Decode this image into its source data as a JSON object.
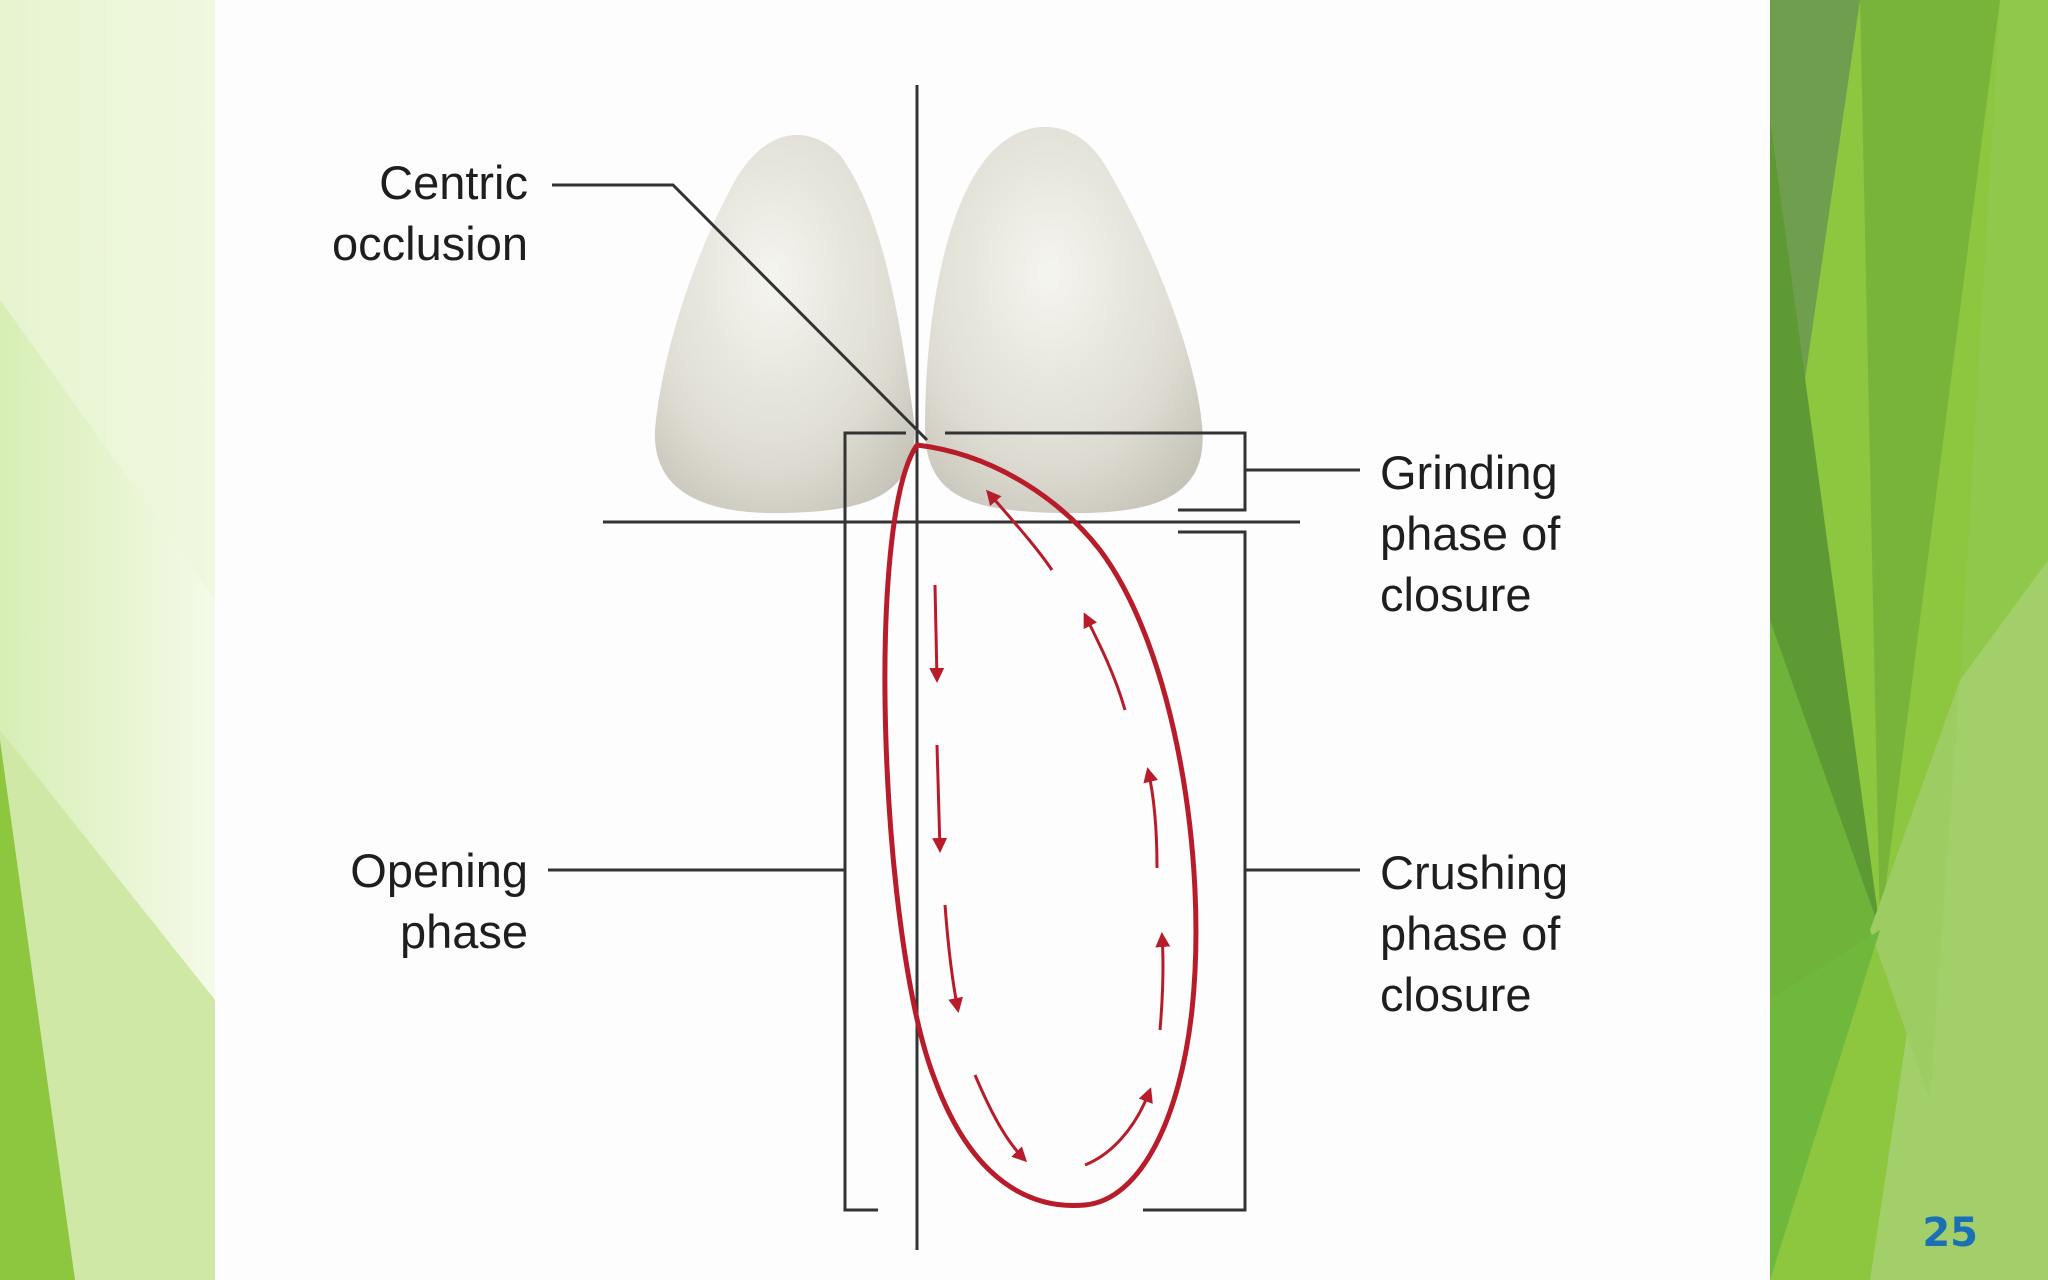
{
  "colors": {
    "accent_green": "#8dc63f",
    "dark_green": "#5a9a2c",
    "cycle_red": "#b81c2a",
    "tooth_gray": "#dddcd3",
    "line_dark": "#333333",
    "page_number": "#1a6fb5"
  },
  "diagram": {
    "labels": {
      "centric_occlusion": "Centric\nocclusion",
      "grinding_phase": "Grinding\nphase of\nclosure",
      "opening_phase": "Opening\nphase",
      "crushing_phase": "Crushing\nphase of\nclosure"
    }
  },
  "slide": {
    "page_number": "25"
  }
}
